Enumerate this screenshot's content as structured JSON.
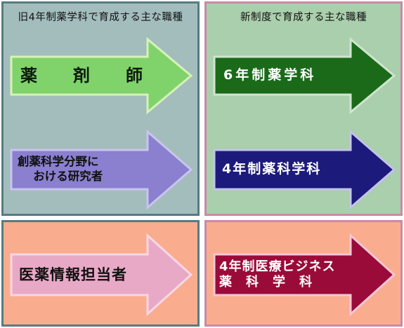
{
  "left_panel": {
    "header": "旧4年制薬学科で育成する主な職種",
    "arrows": [
      {
        "lines": [
          "薬　　剤　　師"
        ]
      },
      {
        "lines": [
          "創薬科学分野に",
          "　 おける研究者"
        ]
      }
    ]
  },
  "right_panel": {
    "header": "新制度で育成する主な職種",
    "arrows": [
      {
        "lines": [
          "6年制薬学科"
        ]
      },
      {
        "lines": [
          "4年制薬科学科"
        ]
      }
    ]
  },
  "bottom_left": {
    "arrow": {
      "lines": [
        "医薬情報担当者"
      ]
    }
  },
  "bottom_right": {
    "arrow": {
      "lines": [
        "4年制医療ビジネス",
        "薬　科　学　科"
      ]
    }
  },
  "colors": {
    "left_bg": "#a3bdbd",
    "left_border": "#567b82",
    "right_bg": "#a9cfac",
    "right_border": "#c88aa8",
    "peach_bg": "#f9ad8e",
    "arrow_green_light": "#80d36b",
    "arrow_purple": "#8a80cf",
    "arrow_green_dark": "#1a6a1a",
    "arrow_navy": "#1c1a7a",
    "arrow_pink": "#e8a9c7",
    "arrow_crimson": "#9a0b3a"
  }
}
